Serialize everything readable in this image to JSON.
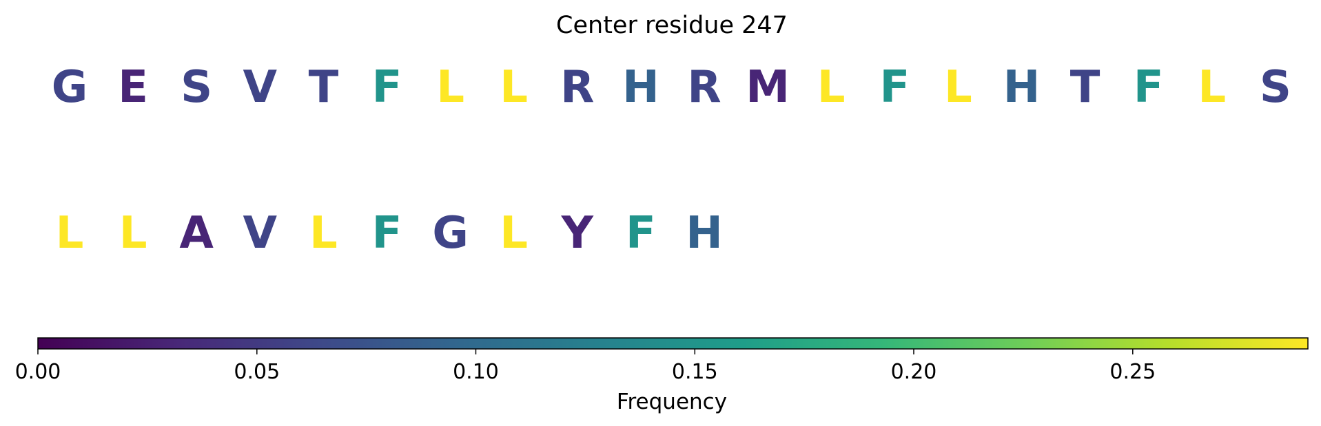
{
  "chart_data": {
    "type": "sequence-logo",
    "title": "Center residue 247",
    "rows": [
      [
        {
          "letter": "G",
          "frequency": 0.06
        },
        {
          "letter": "E",
          "frequency": 0.03
        },
        {
          "letter": "S",
          "frequency": 0.06
        },
        {
          "letter": "V",
          "frequency": 0.06
        },
        {
          "letter": "T",
          "frequency": 0.06
        },
        {
          "letter": "F",
          "frequency": 0.15
        },
        {
          "letter": "L",
          "frequency": 0.29
        },
        {
          "letter": "L",
          "frequency": 0.29
        },
        {
          "letter": "R",
          "frequency": 0.06
        },
        {
          "letter": "H",
          "frequency": 0.09
        },
        {
          "letter": "R",
          "frequency": 0.06
        },
        {
          "letter": "M",
          "frequency": 0.03
        },
        {
          "letter": "L",
          "frequency": 0.29
        },
        {
          "letter": "F",
          "frequency": 0.15
        },
        {
          "letter": "L",
          "frequency": 0.29
        },
        {
          "letter": "H",
          "frequency": 0.09
        },
        {
          "letter": "T",
          "frequency": 0.06
        },
        {
          "letter": "F",
          "frequency": 0.15
        },
        {
          "letter": "L",
          "frequency": 0.29
        },
        {
          "letter": "S",
          "frequency": 0.06
        }
      ],
      [
        {
          "letter": "L",
          "frequency": 0.29
        },
        {
          "letter": "L",
          "frequency": 0.29
        },
        {
          "letter": "A",
          "frequency": 0.03
        },
        {
          "letter": "V",
          "frequency": 0.06
        },
        {
          "letter": "L",
          "frequency": 0.29
        },
        {
          "letter": "F",
          "frequency": 0.15
        },
        {
          "letter": "G",
          "frequency": 0.06
        },
        {
          "letter": "L",
          "frequency": 0.29
        },
        {
          "letter": "Y",
          "frequency": 0.03
        },
        {
          "letter": "F",
          "frequency": 0.15
        },
        {
          "letter": "H",
          "frequency": 0.09
        }
      ]
    ],
    "colorbar": {
      "label": "Frequency",
      "colormap": "viridis",
      "range": [
        0.0,
        0.29
      ],
      "ticks": [
        0.0,
        0.05,
        0.1,
        0.15,
        0.2,
        0.25
      ],
      "tick_labels": [
        "0.00",
        "0.05",
        "0.10",
        "0.15",
        "0.20",
        "0.25"
      ],
      "orientation": "horizontal"
    },
    "colors": [
      "#440154",
      "#482878",
      "#3e4989",
      "#31688e",
      "#26828e",
      "#1f9e89",
      "#35b779",
      "#6ece58",
      "#b5de2b",
      "#fde725"
    ]
  }
}
